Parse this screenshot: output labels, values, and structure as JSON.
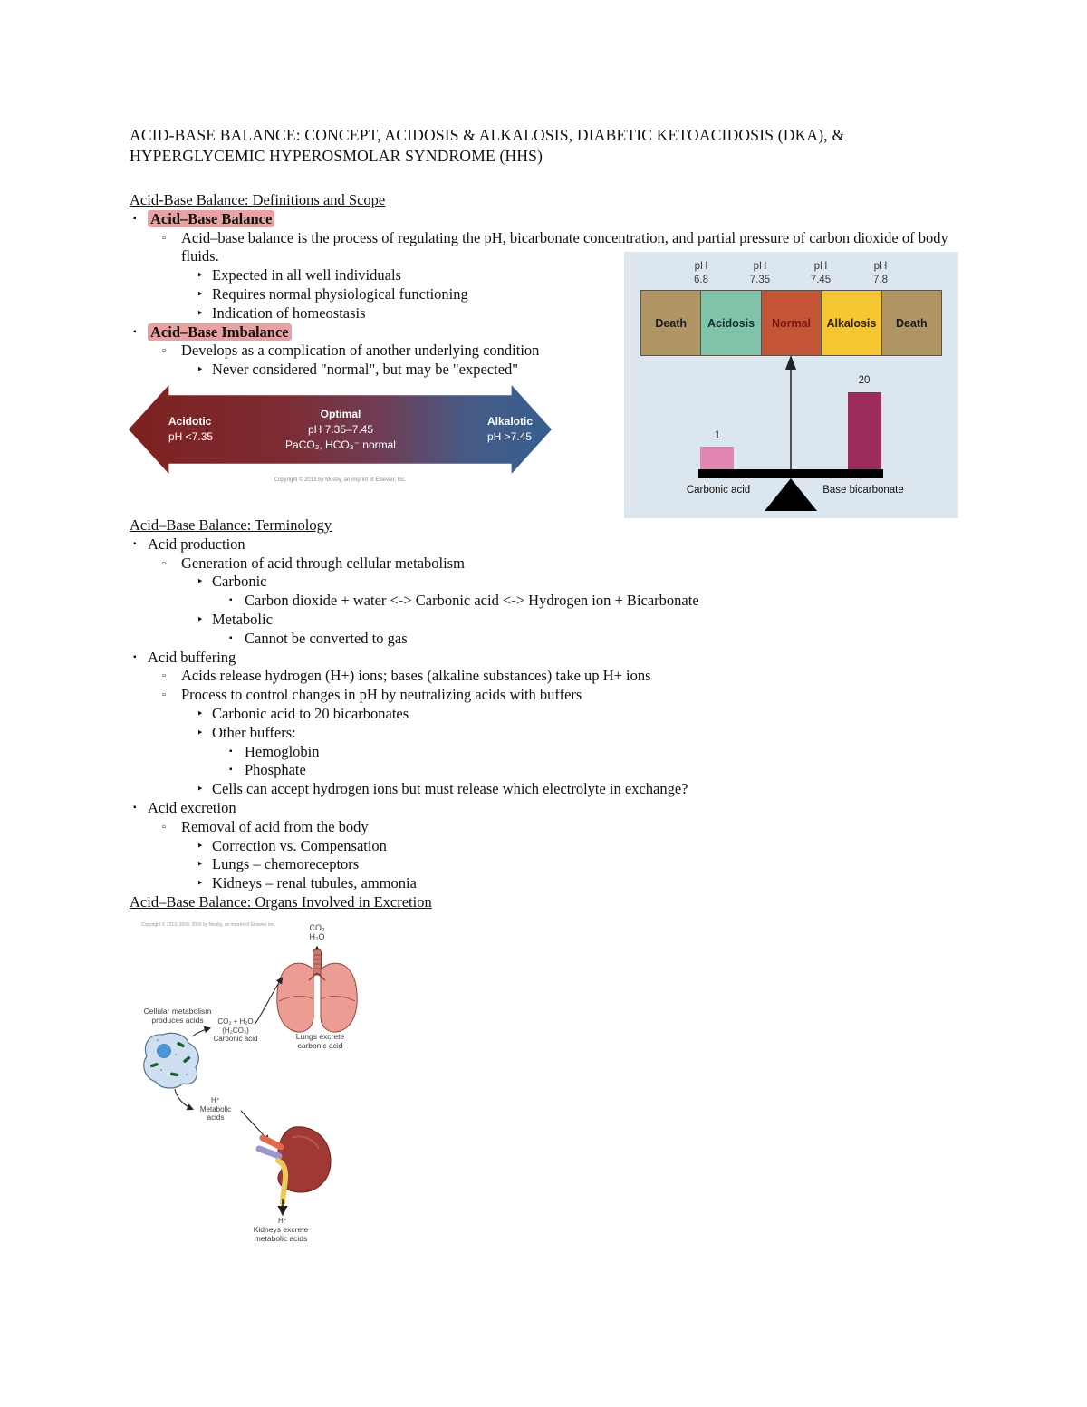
{
  "page": {
    "title_line1": "ACID-BASE BALANCE: CONCEPT, ACIDOSIS & ALKALOSIS, DIABETIC KETOACIDOSIS (DKA), &",
    "title_line2": "HYPERGLYCEMIC HYPEROSMOLAR SYNDROME (HHS)"
  },
  "section1": {
    "heading": "Acid-Base Balance: Definitions and Scope",
    "items": [
      {
        "level": 1,
        "highlight": true,
        "text": "Acid–Base Balance"
      },
      {
        "level": 2,
        "highlight": false,
        "text": "Acid–base balance is the process of regulating the pH, bicarbonate concentration, and partial pressure of carbon dioxide of body fluids."
      },
      {
        "level": 3,
        "highlight": false,
        "text": "Expected in all well individuals"
      },
      {
        "level": 3,
        "highlight": false,
        "text": "Requires normal physiological functioning"
      },
      {
        "level": 3,
        "highlight": false,
        "text": "Indication of homeostasis"
      },
      {
        "level": 1,
        "highlight": true,
        "text": "Acid–Base Imbalance"
      },
      {
        "level": 2,
        "highlight": false,
        "text": "Develops as a complication of another underlying condition"
      },
      {
        "level": 3,
        "highlight": false,
        "text": "Never considered \"normal\", but may be \"expected\""
      }
    ]
  },
  "section2": {
    "heading": "Acid–Base Balance: Terminology",
    "items": [
      {
        "level": 1,
        "text": "Acid production"
      },
      {
        "level": 2,
        "text": "Generation of acid through cellular metabolism"
      },
      {
        "level": 3,
        "text": "Carbonic"
      },
      {
        "level": 4,
        "text": "Carbon dioxide + water <-> Carbonic acid <-> Hydrogen ion + Bicarbonate"
      },
      {
        "level": 3,
        "text": "Metabolic"
      },
      {
        "level": 4,
        "text": "Cannot be converted to gas"
      },
      {
        "level": 1,
        "text": "Acid buffering"
      },
      {
        "level": 2,
        "text": "Acids release hydrogen (H+) ions; bases (alkaline substances) take up H+ ions"
      },
      {
        "level": 2,
        "text": "Process to control changes in pH by neutralizing acids with buffers"
      },
      {
        "level": 3,
        "text": "Carbonic acid to 20 bicarbonates"
      },
      {
        "level": 3,
        "text": "Other buffers:"
      },
      {
        "level": 4,
        "text": "Hemoglobin"
      },
      {
        "level": 4,
        "text": "Phosphate"
      },
      {
        "level": 3,
        "text": "Cells can accept hydrogen ions but must release which electrolyte in exchange?"
      },
      {
        "level": 1,
        "text": "Acid excretion"
      },
      {
        "level": 2,
        "text": "Removal of acid from the body"
      },
      {
        "level": 3,
        "text": "Correction vs. Compensation"
      },
      {
        "level": 3,
        "text": "Lungs – chemoreceptors"
      },
      {
        "level": 3,
        "text": "Kidneys – renal tubules, ammonia"
      }
    ]
  },
  "section3": {
    "heading": "Acid–Base Balance: Organs Involved in Excretion"
  },
  "ph_diagram": {
    "ph_labels": [
      {
        "line1": "pH",
        "line2": "6.8"
      },
      {
        "line1": "pH",
        "line2": "7.35"
      },
      {
        "line1": "pH",
        "line2": "7.45"
      },
      {
        "line1": "pH",
        "line2": "7.8"
      }
    ],
    "zones": [
      {
        "label": "Death",
        "color": "#b29565"
      },
      {
        "label": "Acidosis",
        "color": "#7fc3a8"
      },
      {
        "label": "Normal",
        "color": "#c45637"
      },
      {
        "label": "Alkalosis",
        "color": "#f6c632"
      },
      {
        "label": "Death",
        "color": "#b29565"
      }
    ],
    "balance": {
      "left_value": "1",
      "left_label": "Carbonic acid",
      "right_value": "20",
      "right_label": "Base bicarbonate",
      "left_bar_color": "#e287b2",
      "right_bar_color": "#9b2d5c"
    },
    "background_color": "#dce6ee"
  },
  "arrow_diagram": {
    "left": {
      "title": "Acidotic",
      "line2": "pH <7.35"
    },
    "center": {
      "title": "Optimal",
      "line2": "pH 7.35–7.45",
      "line3": "PaCO₂, HCO₃⁻ normal"
    },
    "right": {
      "title": "Alkalotic",
      "line2": "pH >7.45"
    },
    "gradient_left": "#7d2120",
    "gradient_right": "#365f90",
    "copyright": "Copyright © 2013 by Mosby, an imprint of Elsevier, Inc."
  },
  "organs_diagram": {
    "exhale_line1": "CO₂",
    "exhale_line2": "H₂O",
    "cell_label_line1": "Cellular metabolism",
    "cell_label_line2": "produces acids",
    "carbonic_line1": "CO₂ + H₂O",
    "carbonic_line2": "(H₂CO₃)",
    "carbonic_line3": "Carbonic acid",
    "lungs_label_line1": "Lungs excrete",
    "lungs_label_line2": "carbonic acid",
    "metabolic_line1": "H⁺",
    "metabolic_line2": "Metabolic",
    "metabolic_line3": "acids",
    "kidney_h": "H⁺",
    "kidney_label_line1": "Kidneys excrete",
    "kidney_label_line2": "metabolic acids",
    "copyright": "Copyright © 2013, 2009, 2005 by Mosby, an imprint of Elsevier Inc."
  },
  "highlight_color": "#e9a2a2"
}
